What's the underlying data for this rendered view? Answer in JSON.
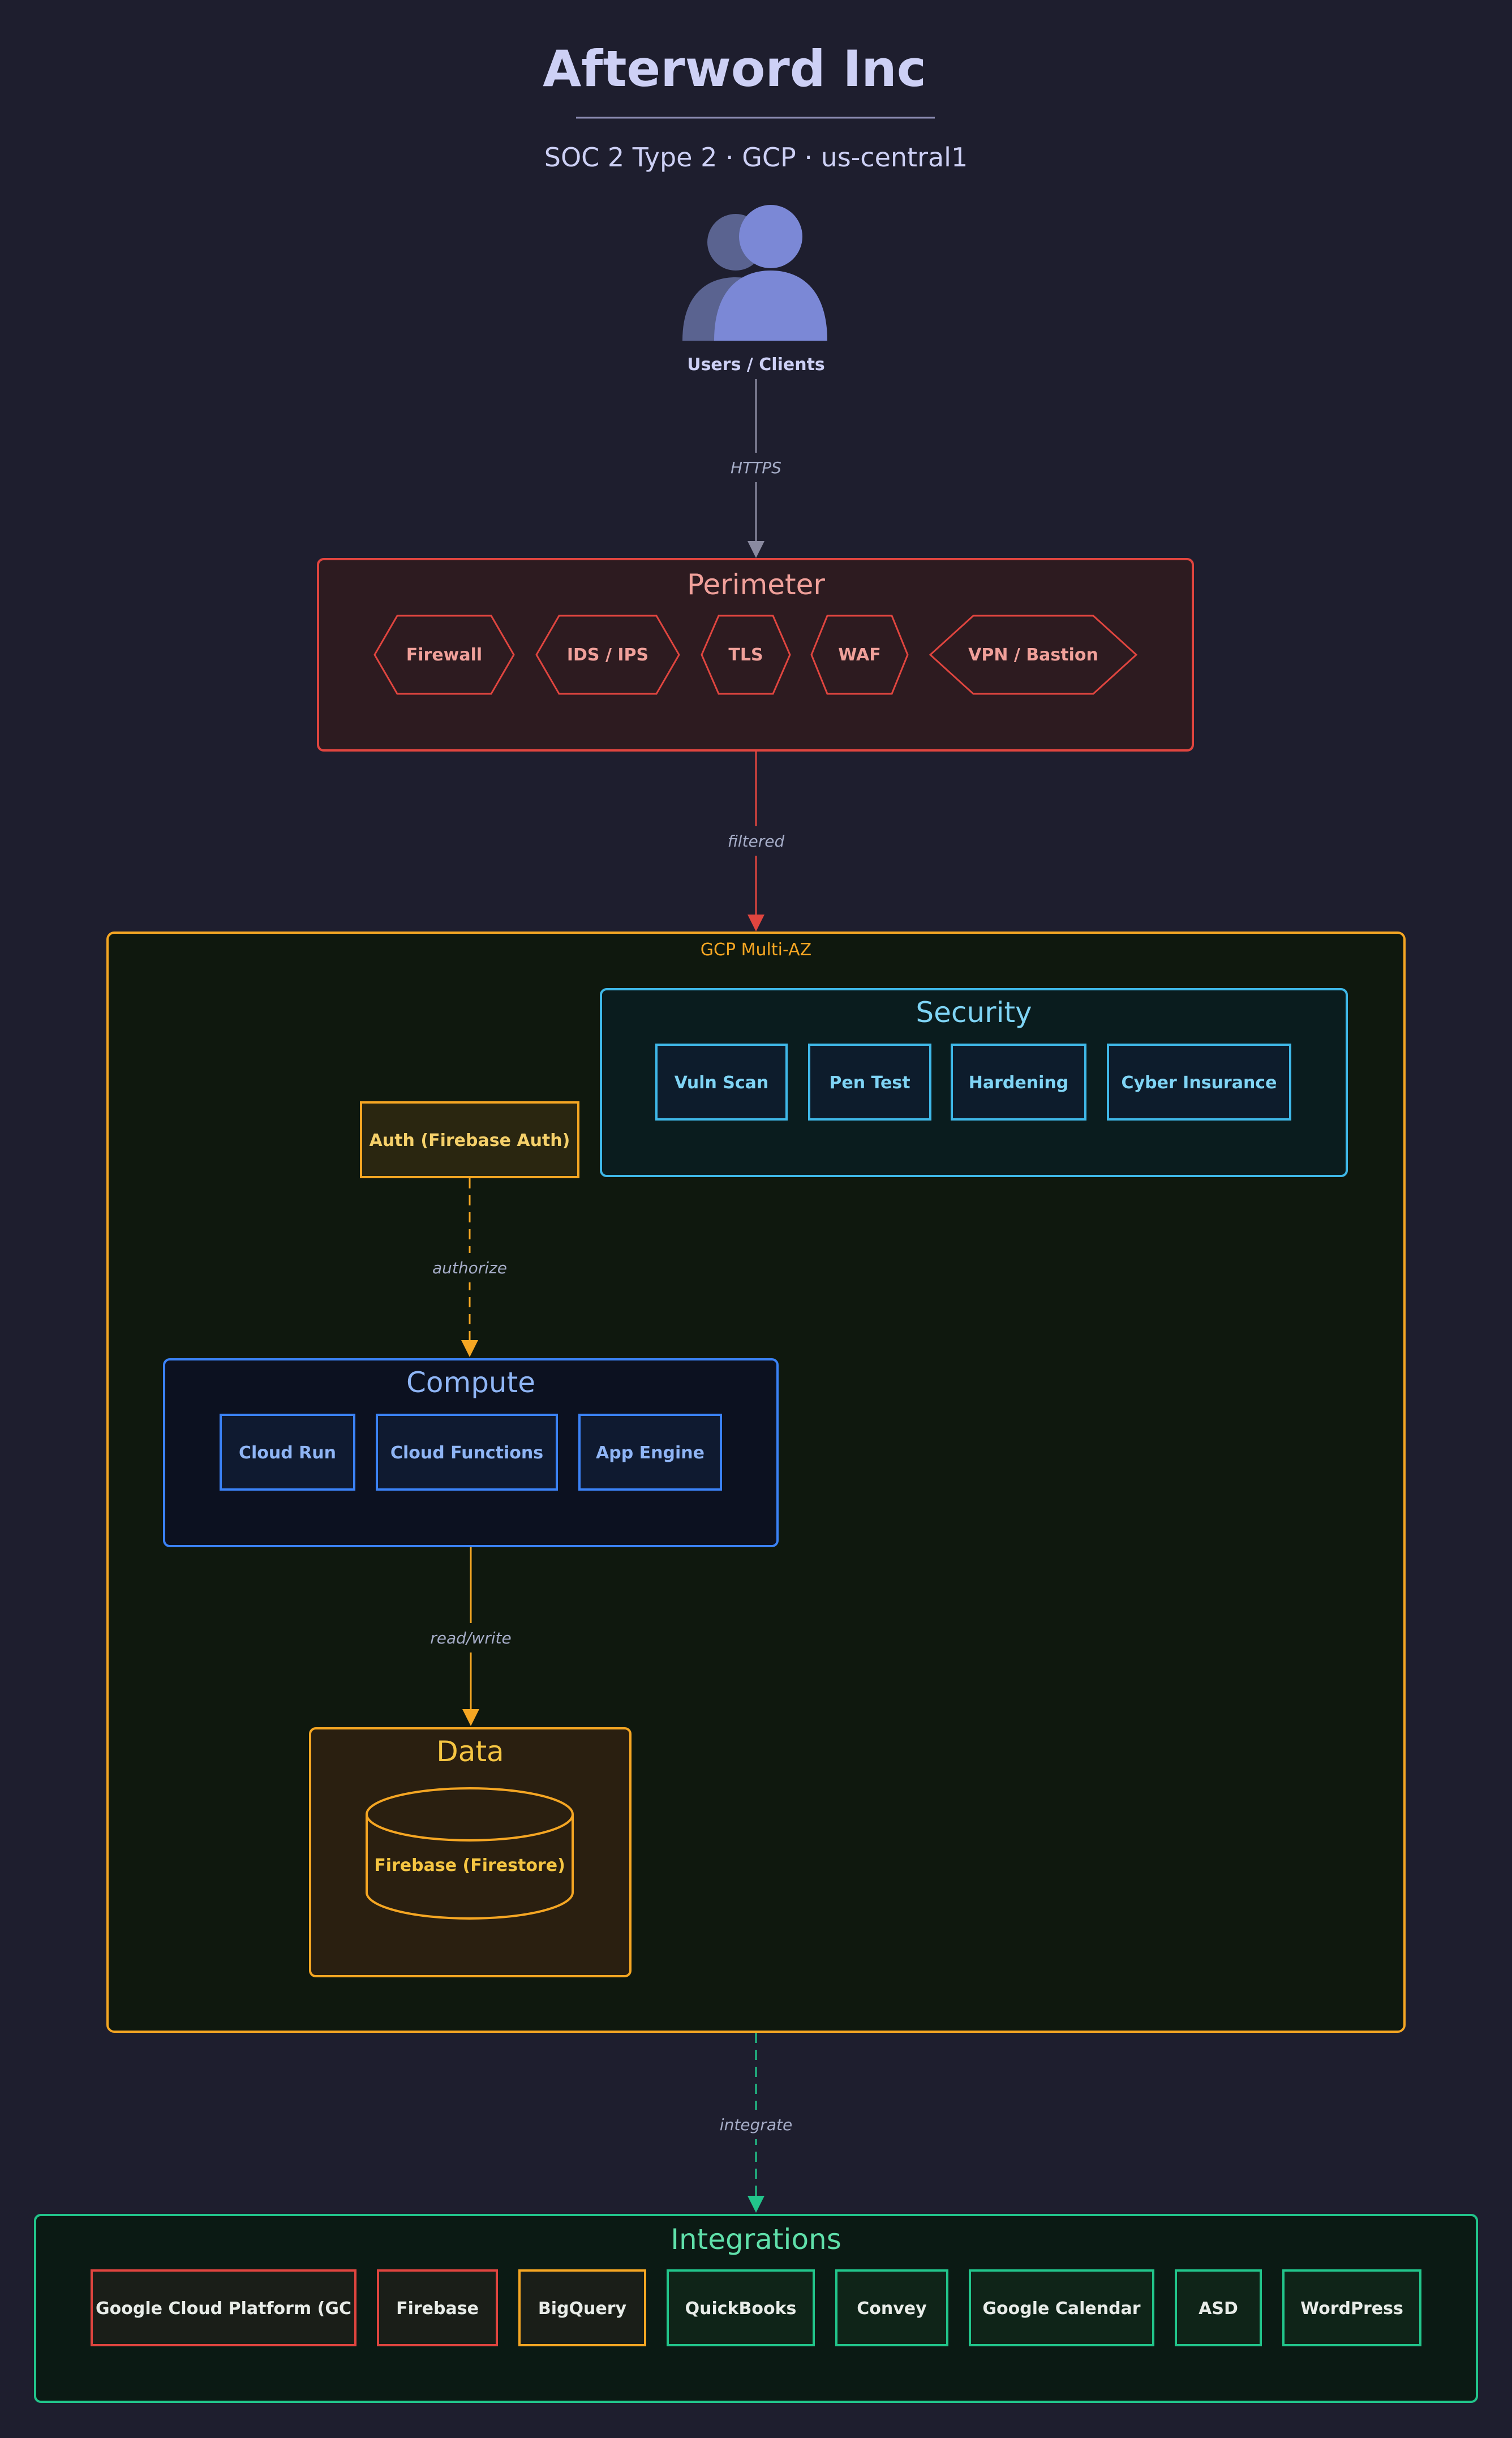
{
  "header": {
    "title": "Afterword Inc",
    "subtitle": "SOC 2 Type 2 · GCP · us-central1"
  },
  "users": {
    "label": "Users / Clients"
  },
  "edges": {
    "users_perimeter": "HTTPS",
    "perimeter_cloud": "filtered",
    "auth_compute": "authorize",
    "compute_data": "read/write",
    "cloud_integrations": "integrate"
  },
  "perimeter": {
    "title": "Perimeter",
    "items": [
      "Firewall",
      "IDS / IPS",
      "TLS",
      "WAF",
      "VPN / Bastion"
    ]
  },
  "cloud": {
    "title": "GCP Multi-AZ"
  },
  "security": {
    "title": "Security",
    "items": [
      "Vuln Scan",
      "Pen Test",
      "Hardening",
      "Cyber Insurance"
    ]
  },
  "auth": {
    "label": "Auth (Firebase Auth)"
  },
  "compute": {
    "title": "Compute",
    "items": [
      "Cloud Run",
      "Cloud Functions",
      "App Engine"
    ]
  },
  "data": {
    "title": "Data",
    "db": "Firebase (Firestore)"
  },
  "integrations": {
    "title": "Integrations",
    "items": [
      "Google Cloud Platform (GC",
      "Firebase",
      "BigQuery",
      "QuickBooks",
      "Convey",
      "Google Calendar",
      "ASD",
      "WordPress"
    ]
  },
  "colors": {
    "background": "#1e1e2e",
    "perimeter": "#e0453f",
    "cloud": "#f5a623",
    "security": "#3fb8e8",
    "compute": "#3b82f6",
    "data": "#f5a623",
    "auth": "#f5c542",
    "integrations": "#22c58b",
    "neutral_edge": "#8a8aa0"
  }
}
